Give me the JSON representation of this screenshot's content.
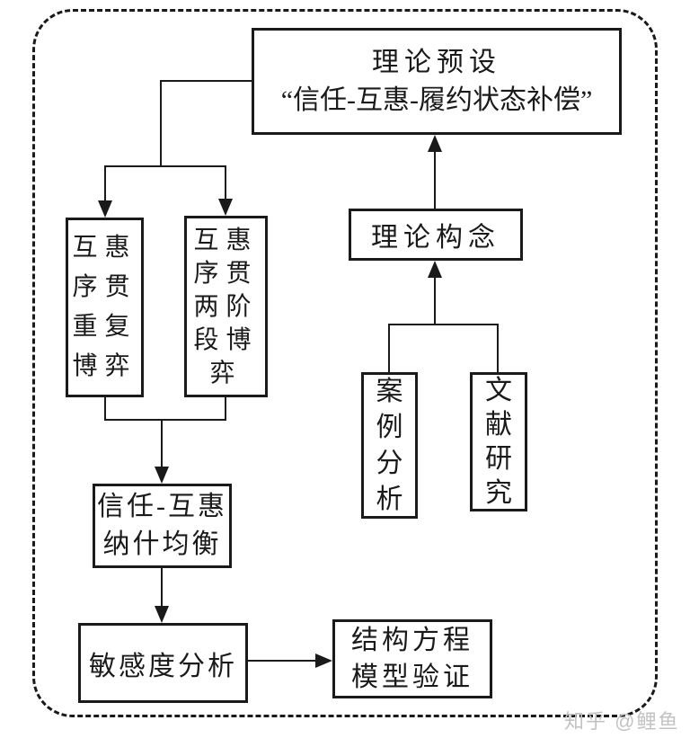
{
  "colors": {
    "line": "#1a1a1a",
    "box_border": "#1a1a1a",
    "text": "#1a1a1a",
    "background": "#ffffff",
    "watermark": "#c3c3c3"
  },
  "flowchart": {
    "premise": {
      "title": "理论预设",
      "subtitle": "“信任-互惠-履约状态补偿”"
    },
    "game_repeated": {
      "label": "互惠序贯重复博弈"
    },
    "game_two_stage": {
      "label": "互惠序贯两阶段博弈"
    },
    "construct": {
      "label": "理论构念"
    },
    "case_analysis": {
      "label": "案例分析"
    },
    "literature_review": {
      "label": "文献研究"
    },
    "nash": {
      "line1": "信任-互惠",
      "line2": "纳什均衡"
    },
    "sensitivity": {
      "label": "敏感度分析"
    },
    "sem": {
      "line1": "结构方程",
      "line2": "模型验证"
    },
    "edges": [
      {
        "from": "premise",
        "to": "game_repeated",
        "arrow": "down"
      },
      {
        "from": "premise",
        "to": "game_two_stage",
        "arrow": "down"
      },
      {
        "from": "game_repeated+game_two_stage",
        "to": "nash",
        "arrow": "down"
      },
      {
        "from": "nash",
        "to": "sensitivity",
        "arrow": "down"
      },
      {
        "from": "sensitivity",
        "to": "sem",
        "arrow": "right"
      },
      {
        "from": "case_analysis+literature_review",
        "to": "construct",
        "arrow": "up"
      },
      {
        "from": "construct",
        "to": "premise",
        "arrow": "up"
      }
    ]
  },
  "watermark": {
    "text": "知乎 @鲤鱼"
  }
}
